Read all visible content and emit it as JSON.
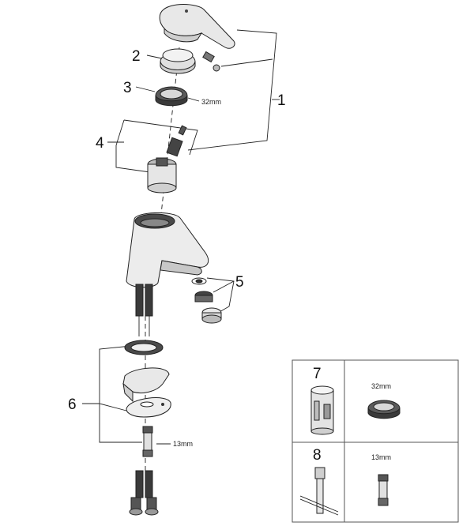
{
  "callouts": {
    "c1": "1",
    "c2": "2",
    "c3": "3",
    "c4": "4",
    "c5": "5",
    "c6": "6",
    "c7": "7",
    "c8": "8"
  },
  "dimensions": {
    "nut_ring": "32mm",
    "stud": "13mm",
    "tool_32": "32mm",
    "tool_13": "13mm"
  },
  "colors": {
    "line": "#222222",
    "light": "#e6e6e6",
    "mid": "#9a9a9a",
    "dark": "#3a3a3a",
    "panel_border": "#555555"
  }
}
